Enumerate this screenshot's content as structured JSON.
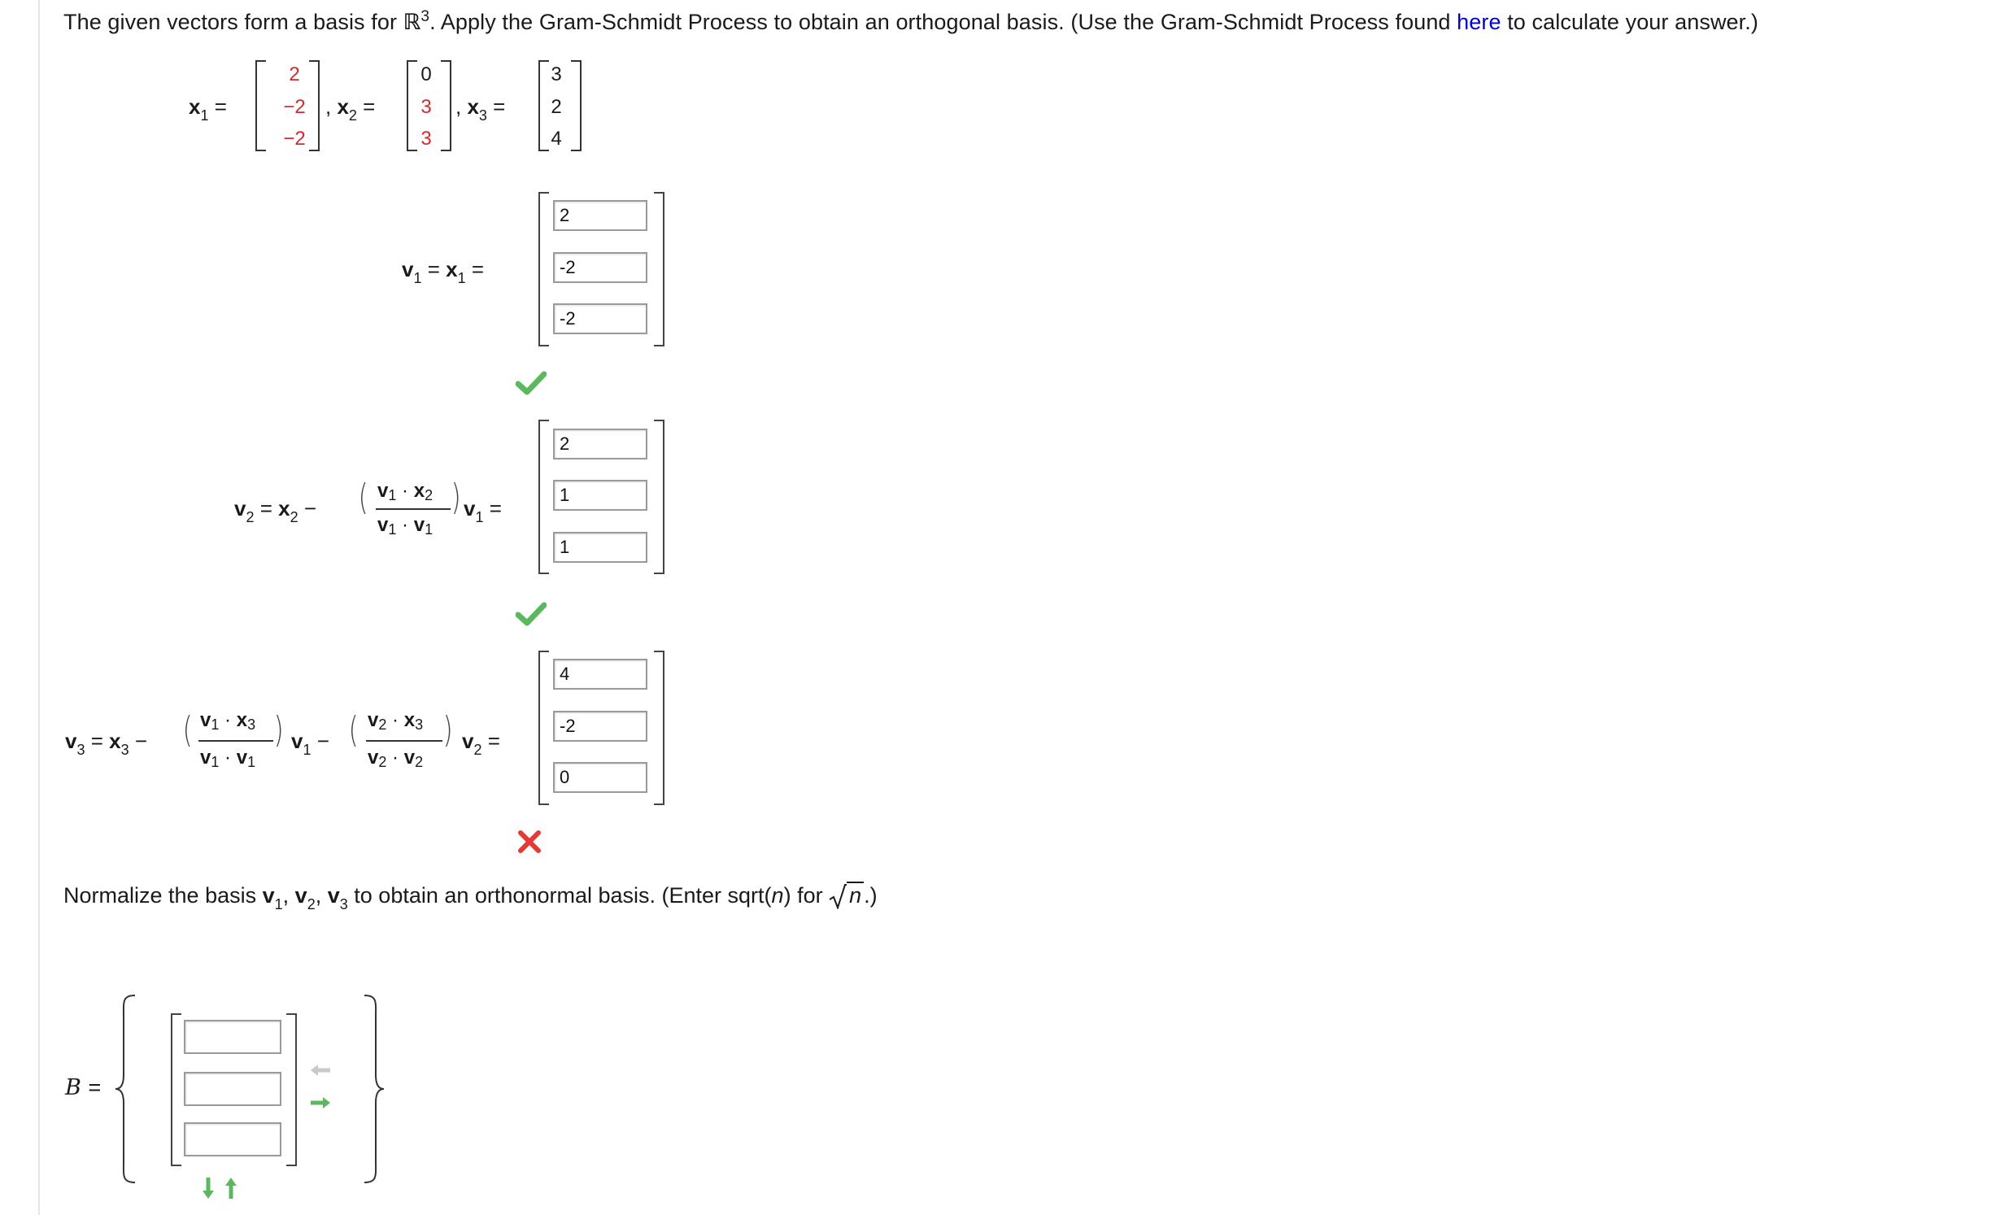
{
  "prompt": {
    "part1": "The given vectors form a basis for ",
    "field": "ℝ",
    "field_exp": "3",
    "part2": ". Apply the Gram-Schmidt Process to obtain an orthogonal basis. (Use the Gram-Schmidt Process found ",
    "link": "here",
    "part3": " to calculate your answer.)"
  },
  "vectors": {
    "x1": {
      "label": "x",
      "sub": "1",
      "values": [
        "2",
        "−2",
        "−2"
      ]
    },
    "x2": {
      "label": "x",
      "sub": "2",
      "values": [
        "0",
        "3",
        "3"
      ]
    },
    "x3": {
      "label": "x",
      "sub": "3",
      "values": [
        "3",
        "2",
        "4"
      ]
    }
  },
  "step1": {
    "answers": [
      "2",
      "-2",
      "-2"
    ],
    "status": "correct"
  },
  "step2": {
    "answers": [
      "2",
      "1",
      "1"
    ],
    "status": "correct"
  },
  "step3": {
    "answers": [
      "4",
      "-2",
      "0"
    ],
    "status": "incorrect"
  },
  "normalize": {
    "text1": "Normalize the basis ",
    "text2": " to obtain an orthonormal basis. (Enter sqrt(",
    "n": "n",
    "text3": ") for ",
    "text4": ".)"
  },
  "basis": {
    "label": "B",
    "eq": "=",
    "answers": [
      "",
      "",
      ""
    ]
  },
  "colors": {
    "correct": "#5cb85c",
    "incorrect": "#e53935",
    "red_entries": "#d62a2a",
    "link": "#0000cc"
  }
}
